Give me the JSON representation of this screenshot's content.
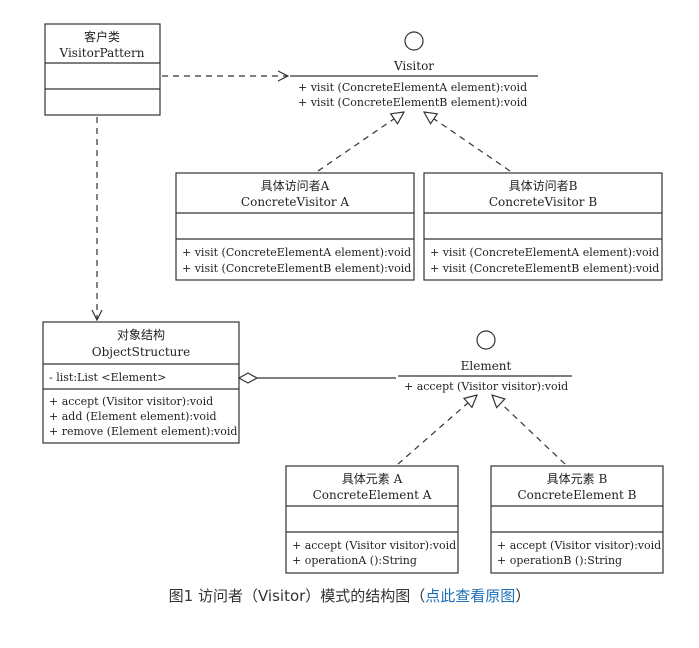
{
  "client": {
    "title_cn": "客户类",
    "title_en": "VisitorPattern"
  },
  "visitor": {
    "name": "Visitor",
    "ops": [
      "+ visit (ConcreteElementA element):void",
      "+ visit (ConcreteElementB element):void"
    ]
  },
  "concrete_visitor_a": {
    "title_cn": "具体访问者A",
    "title_en": "ConcreteVisitor A",
    "ops": [
      "+ visit (ConcreteElementA element):void",
      "+ visit (ConcreteElementB element):void"
    ]
  },
  "concrete_visitor_b": {
    "title_cn": "具体访问者B",
    "title_en": "ConcreteVisitor B",
    "ops": [
      "+ visit (ConcreteElementA element):void",
      "+ visit (ConcreteElementB element):void"
    ]
  },
  "object_structure": {
    "title_cn": "对象结构",
    "title_en": "ObjectStructure",
    "attrs": [
      "- list:List <Element>"
    ],
    "ops": [
      "+ accept (Visitor visitor):void",
      "+ add (Element element):void",
      "+ remove (Element element):void"
    ]
  },
  "element": {
    "name": "Element",
    "ops": [
      "+ accept (Visitor visitor):void"
    ]
  },
  "concrete_element_a": {
    "title_cn": "具体元素 A",
    "title_en": "ConcreteElement A",
    "ops": [
      "+ accept (Visitor visitor):void",
      "+ operationA ():String"
    ]
  },
  "concrete_element_b": {
    "title_cn": "具体元素 B",
    "title_en": "ConcreteElement B",
    "ops": [
      "+ accept (Visitor visitor):void",
      "+ operationB ():String"
    ]
  },
  "caption": {
    "text": "图1 访问者（Visitor）模式的结构图（",
    "link": "点此查看原图",
    "suffix": "）"
  }
}
